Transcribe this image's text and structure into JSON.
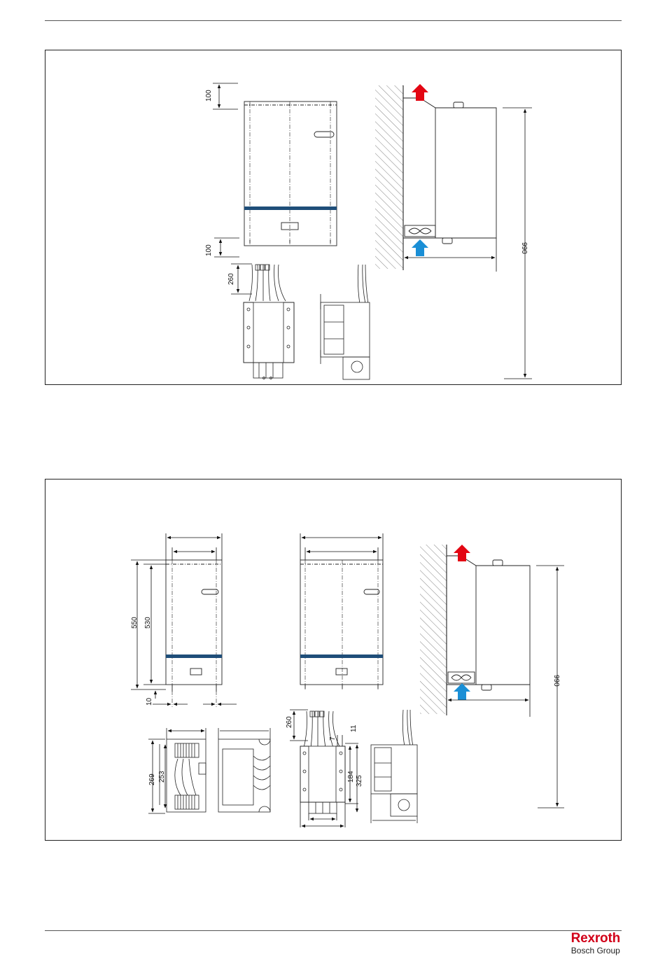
{
  "figure1": {
    "dimensions": {
      "top_clearance": "100",
      "bottom_clearance": "100",
      "cable_length": "260",
      "overall_height": "990"
    }
  },
  "figure2": {
    "dimensions": {
      "outer_height": "550",
      "inner_height": "530",
      "foot": "10",
      "cable_length": "260",
      "dim_11": "11",
      "dim_7": "7",
      "dim_184": "184",
      "dim_325": "325",
      "dim_269": "269",
      "dim_253": "253",
      "overall_height": "990"
    }
  },
  "footer": {
    "brand_name": "Rexroth",
    "brand_group": "Bosch Group"
  },
  "colors": {
    "airflow_out": "#e30613",
    "airflow_in": "#1a8fd6",
    "display_strip": "#1f4e79",
    "brand_red": "#d10019"
  }
}
